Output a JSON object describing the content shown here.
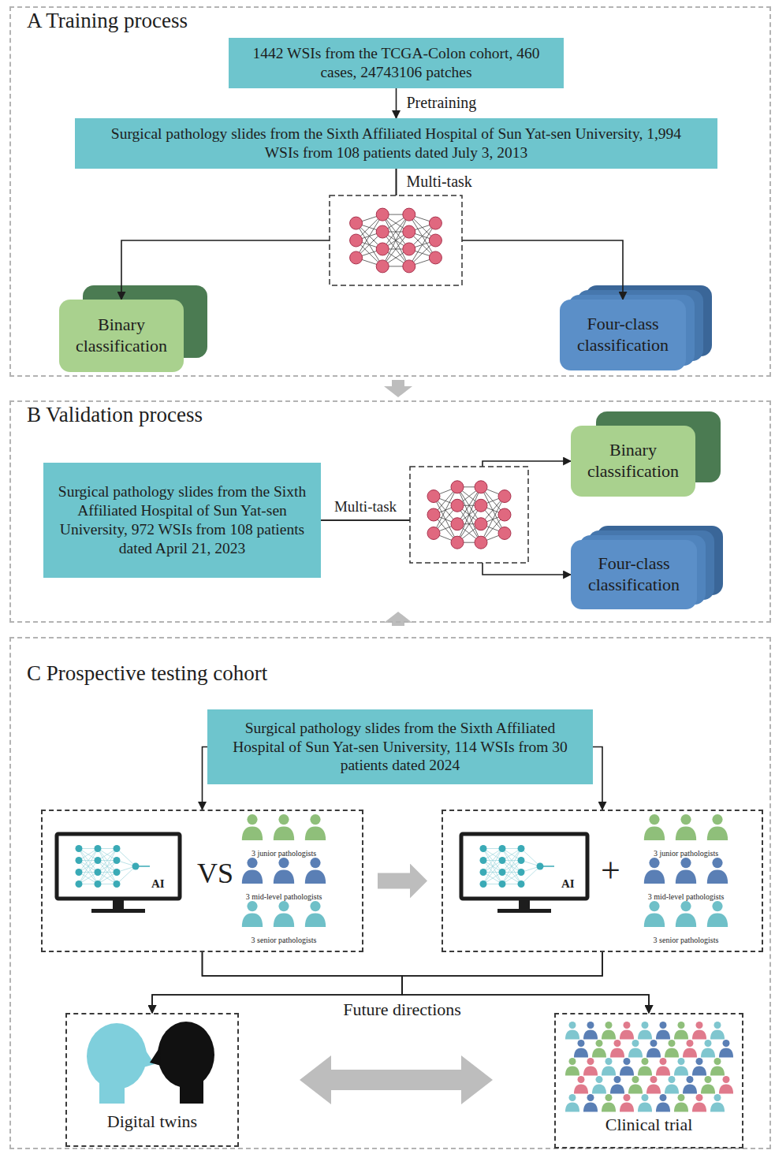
{
  "diagram": {
    "nodes": [
      {
        "text": [
          "A Training process"
        ]
      },
      {
        "text": [
          "1442 WSIs from the TCGA-Colon cohort, 460 cases, 24743106 patches"
        ],
        "in": 0
      },
      {
        "text": [
          "Surgical pathology slides from the Sixth Affiliated Hospital of Sun Yat-sen University, 1,994 WSIs from 108 patients dated July 3, 2013"
        ],
        "in": 0
      },
      {
        "text": [
          "Binary classification"
        ],
        "in": 0
      },
      {
        "text": [
          "Four-class classification"
        ],
        "in": 0
      },
      {
        "text": [
          "B Validation process"
        ]
      },
      {
        "text": [
          "Surgical pathology slides from the Sixth Affiliated Hospital of Sun Yat-sen University, 972 WSIs from 108 patients dated April 21, 2023"
        ],
        "in": 5
      },
      {
        "text": [
          "Binary classification"
        ],
        "in": 5
      },
      {
        "text": [
          "Four-class classification"
        ],
        "in": 5
      },
      {
        "text": [
          "C Prospective testing cohort"
        ]
      },
      {
        "text": [
          "Surgical pathology slides from the Sixth Affiliated Hospital of Sun Yat-sen University, 114 WSIs from 30 patients dated 2024"
        ],
        "in": 9
      },
      {
        "text": [
          "AI",
          "VS",
          "3 junior pathologists",
          "3 mid-level pathologists",
          "3 senior pathologists"
        ],
        "in": 9
      },
      {
        "text": [
          "AI",
          "+",
          "3 junior pathologists",
          "3 mid-level pathologists",
          "3 senior pathologists"
        ],
        "in": 9
      },
      {
        "text": [
          "Digital twins"
        ],
        "in": 9
      },
      {
        "text": [
          "Clinical trial"
        ],
        "in": 9
      }
    ],
    "edges": [
      {
        "from": 1,
        "to": 2,
        "label": "Pretraining",
        "arrow": "to"
      },
      {
        "from": 2,
        "to": 3,
        "label": "Multi-task",
        "arrow": "to"
      },
      {
        "from": 2,
        "to": 4,
        "arrow": "to"
      },
      {
        "from": 0,
        "to": 5,
        "arrow": "to"
      },
      {
        "from": 6,
        "to": 7,
        "label": "Multi-task",
        "arrow": "to"
      },
      {
        "from": 6,
        "to": 8,
        "arrow": "to"
      },
      {
        "from": 5,
        "to": 9,
        "arrow": "to"
      },
      {
        "from": 10,
        "to": 11,
        "arrow": "to"
      },
      {
        "from": 10,
        "to": 12,
        "arrow": "to"
      },
      {
        "from": 11,
        "to": 12,
        "arrow": "to"
      },
      {
        "from": 11,
        "to": 13,
        "arrow": "to"
      },
      {
        "from": 11,
        "to": 14,
        "arrow": "to"
      },
      {
        "from": 12,
        "to": 13,
        "arrow": "to"
      },
      {
        "from": 12,
        "to": 14,
        "arrow": "to"
      },
      {
        "from": 13,
        "to": 14,
        "arrow": "both"
      }
    ],
    "labels": [
      "Future directions"
    ]
  }
}
